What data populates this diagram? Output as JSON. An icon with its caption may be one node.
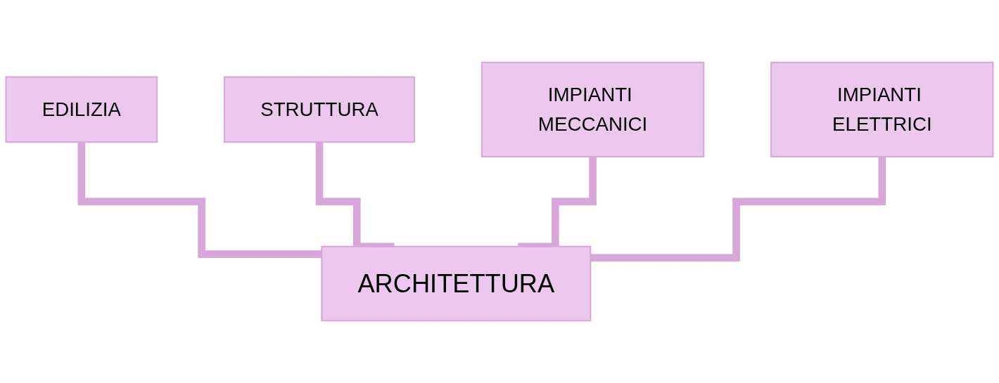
{
  "diagram": {
    "nodes": [
      {
        "text": [
          "EDILIZIA"
        ]
      },
      {
        "text": [
          "STRUTTURA"
        ]
      },
      {
        "text": [
          "IMPIANTI MECCANICI"
        ]
      },
      {
        "text": [
          "IMPIANTI ELETTRICI"
        ]
      },
      {
        "text": [
          "ARCHITETTURA"
        ]
      }
    ],
    "edges": [
      {
        "from": 0,
        "to": 4,
        "arrow": "none"
      },
      {
        "from": 1,
        "to": 4,
        "arrow": "none"
      },
      {
        "from": 2,
        "to": 4,
        "arrow": "none"
      },
      {
        "from": 3,
        "to": 4,
        "arrow": "none"
      }
    ]
  }
}
